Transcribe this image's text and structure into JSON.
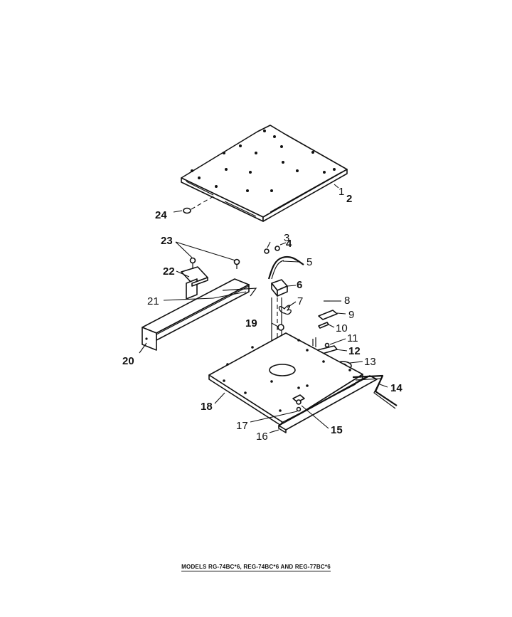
{
  "callouts": {
    "c1": "1",
    "c2": "2",
    "c3": "3",
    "c4": "4",
    "c5": "5",
    "c6": "6",
    "c7": "7",
    "c8": "8",
    "c9": "9",
    "c10": "10",
    "c11": "11",
    "c12": "12",
    "c13": "13",
    "c14": "14",
    "c15": "15",
    "c16": "16",
    "c17": "17",
    "c18": "18",
    "c19": "19",
    "c20": "20",
    "c21": "21",
    "c22": "22",
    "c23": "23",
    "c24": "24"
  },
  "caption": "MODELS RG-74BC*6, REG-74BC*6 AND REG-77BC*6"
}
